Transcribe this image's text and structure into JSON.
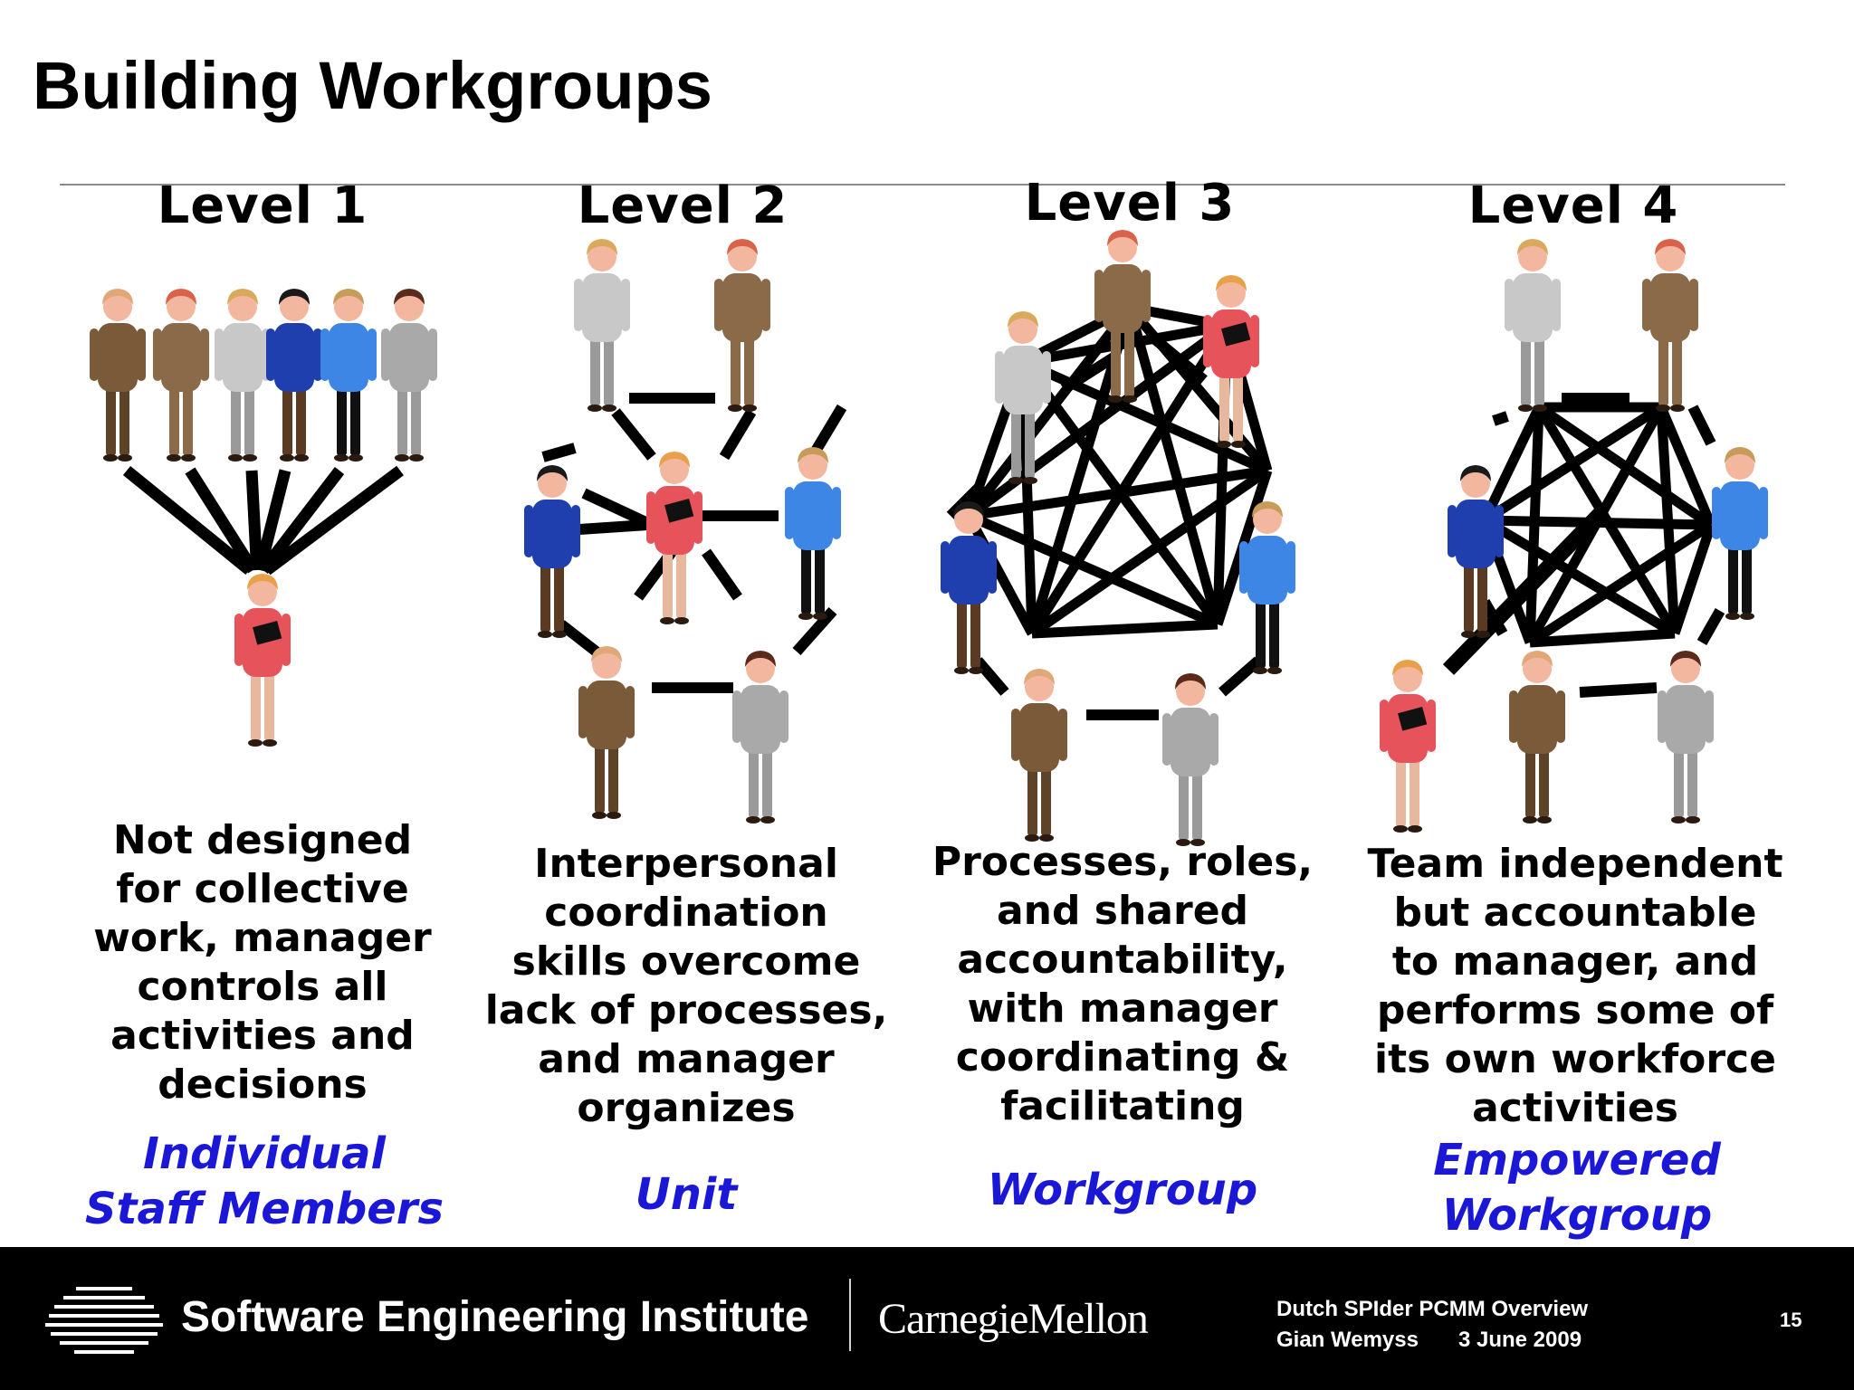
{
  "slide": {
    "title": "Building Workgroups"
  },
  "levels": [
    {
      "label": "Level 1",
      "description": [
        "Not designed",
        "for collective",
        "work, manager",
        "controls all",
        "activities and",
        "decisions"
      ],
      "caption": [
        "Individual",
        "Staff Members"
      ]
    },
    {
      "label": "Level 2",
      "description": [
        "Interpersonal",
        "coordination",
        "skills overcome",
        "lack of processes,",
        "and manager",
        "organizes"
      ],
      "caption": [
        "Unit"
      ]
    },
    {
      "label": "Level 3",
      "description": [
        "Processes, roles,",
        "and shared",
        "accountability,",
        "with manager",
        "coordinating &",
        "facilitating"
      ],
      "caption": [
        "Workgroup"
      ]
    },
    {
      "label": "Level 4",
      "description": [
        "Team independent",
        "but accountable",
        "to manager, and",
        "performs some of",
        "its own workforce",
        "activities"
      ],
      "caption": [
        "Empowered",
        "Workgroup"
      ]
    }
  ],
  "footer": {
    "institute": "Software Engineering Institute",
    "university": "CarnegieMellon",
    "presentation": "Dutch SPIder PCMM Overview",
    "author": "Gian Wemyss",
    "date": "3 June 2009",
    "page": "15"
  },
  "colors": {
    "caption": "#1a17d6",
    "footer_bg": "#000000",
    "manager_dress": "#e6535b",
    "brown_suit": "#7a5a38",
    "gray_suit": "#a9a9a9",
    "blue_dress": "#1f3fae",
    "blue_shirt": "#3d86e6"
  }
}
